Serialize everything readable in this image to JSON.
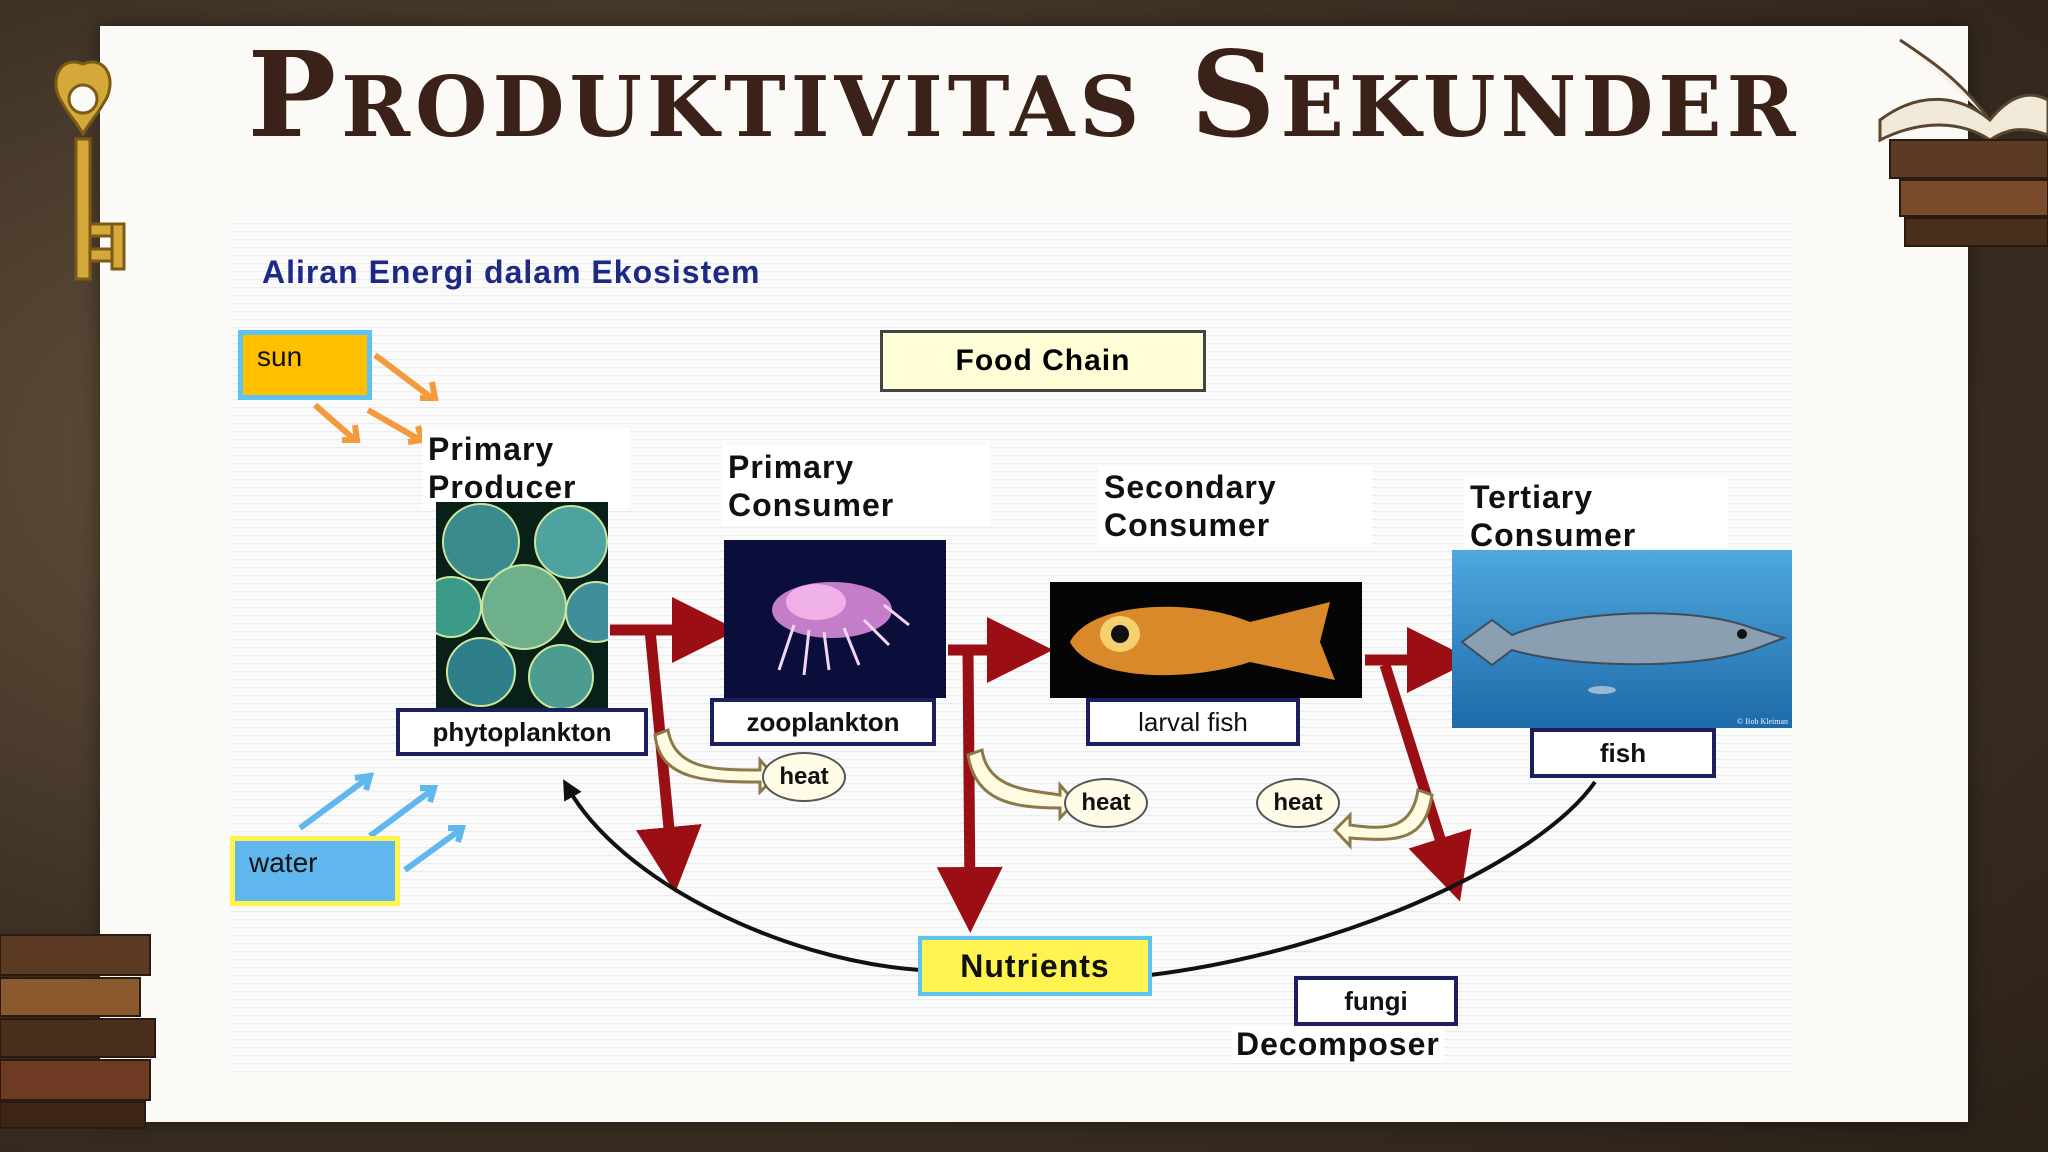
{
  "slide": {
    "title": "Produktivitas Sekunder",
    "subtitle": "Aliran Energi dalam Ekosistem"
  },
  "diagram": {
    "food_chain_label": "Food Chain",
    "sun_label": "sun",
    "water_label": "water",
    "levels": [
      {
        "header_line1": "Primary",
        "header_line2": "Producer",
        "organism": "phytoplankton"
      },
      {
        "header_line1": "Primary",
        "header_line2": "Consumer",
        "organism": "zooplankton"
      },
      {
        "header_line1": "Secondary",
        "header_line2": "Consumer",
        "organism": "larval fish"
      },
      {
        "header_line1": "Tertiary",
        "header_line2": "Consumer",
        "organism": "fish"
      }
    ],
    "heat_label": "heat",
    "nutrients_label": "Nutrients",
    "decomposer_organism": "fungi",
    "decomposer_label": "Decomposer",
    "photo_credit": "© Bob Kleiman"
  },
  "colors": {
    "title": "#3b2219",
    "arrow_red": "#9b0f14",
    "sun_fill": "#ffc000",
    "water_fill": "#5fb7ee",
    "nutrients_fill": "#fff44f",
    "box_border": "#1c1f5e"
  },
  "icons": [
    "key-icon",
    "book-stack-icon",
    "open-book-icon"
  ]
}
